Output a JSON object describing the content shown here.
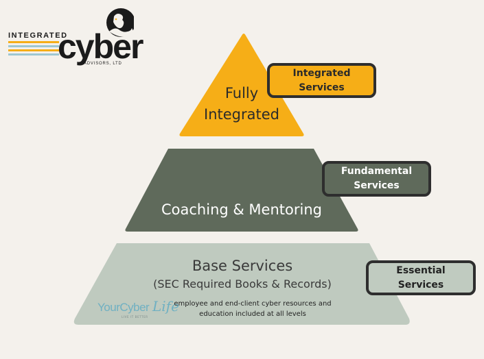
{
  "logo": {
    "line1": "INTEGRATED",
    "word": "cyber",
    "line3": "ADVISORS, LTD"
  },
  "pyramid": {
    "tiers": [
      {
        "label_lines": [
          "Fully",
          "Integrated"
        ],
        "color": "#f6ae17"
      },
      {
        "label": "Coaching & Mentoring",
        "color": "#5f6a5b"
      },
      {
        "title": "Base Services",
        "subtitle": "(SEC Required Books & Records)",
        "color": "#bfcabf"
      }
    ]
  },
  "side_labels": [
    {
      "lines": [
        "Integrated",
        "Services"
      ],
      "fill": "#f6ae17"
    },
    {
      "lines": [
        "Fundamental",
        "Services"
      ],
      "fill": "#5f6a5b"
    },
    {
      "lines": [
        "Essential",
        "Services"
      ],
      "fill": "#c0cbc0"
    }
  ],
  "partner_logo": {
    "word": "YourCyber",
    "script": "Life",
    "tagline": "LIVE IT BETTER"
  },
  "note_lines": [
    "employee and end-client cyber resources and",
    "education included at all levels"
  ]
}
